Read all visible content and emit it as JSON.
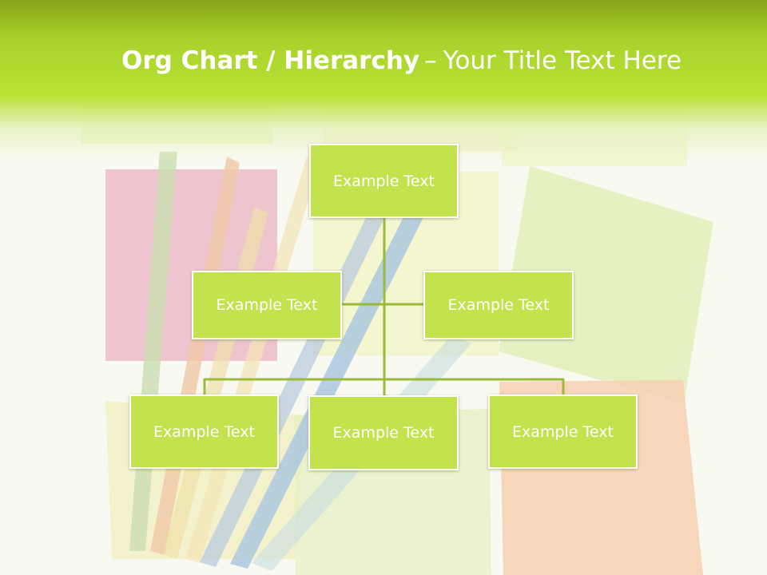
{
  "title": {
    "bold_part": "Org Chart / Hierarchy",
    "separator": "–",
    "rest_part": "Your Title Text Here"
  },
  "colors": {
    "header_top": "#86a61a",
    "header_main": "#b8e236",
    "node_fill": "#c2e24e",
    "node_border": "#ffffff",
    "connector": "#9aba3a",
    "text": "#ffffff"
  },
  "org_chart": {
    "root": {
      "label": "Example Text"
    },
    "assistants": [
      {
        "label": "Example Text"
      },
      {
        "label": "Example Text"
      }
    ],
    "children": [
      {
        "label": "Example Text"
      },
      {
        "label": "Example Text"
      },
      {
        "label": "Example Text"
      }
    ]
  }
}
